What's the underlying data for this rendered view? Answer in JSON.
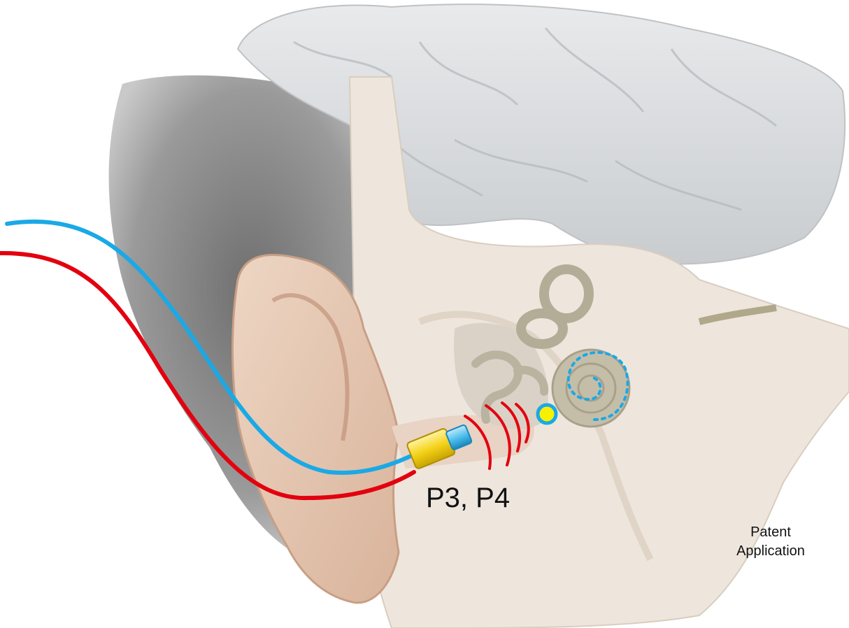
{
  "diagram": {
    "probe_label": "P3, P4",
    "note_line1": "Patent",
    "note_line2": "Application",
    "colors": {
      "cable_blue": "#1aa9e6",
      "cable_red": "#e3000f",
      "connector_yellow": "#f5d21a",
      "sensor_yellow": "#f7f000",
      "sound_waves": "#e3000f",
      "cochlea_dots": "#1aa9e6",
      "brain": "#d6d8da",
      "bone": "#ece6de",
      "ossicles": "#b9b3a0",
      "skin": "#e4c7b0",
      "hair": "#8a8a8a"
    }
  }
}
